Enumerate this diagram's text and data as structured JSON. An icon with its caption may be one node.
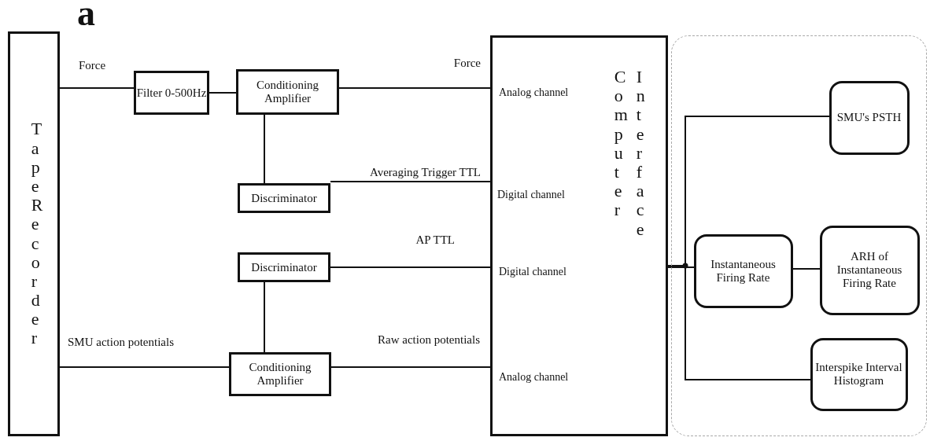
{
  "diagram": {
    "nodes": [
      {
        "text": [
          "Tape Recorder"
        ]
      },
      {
        "text": [
          "Filter 0-500Hz"
        ]
      },
      {
        "text": [
          "Conditioning Amplifier"
        ]
      },
      {
        "text": [
          "Discriminator"
        ]
      },
      {
        "text": [
          "Discriminator"
        ]
      },
      {
        "text": [
          "Conditioning Amplifier"
        ]
      },
      {
        "text": [
          "Analog channel",
          "Digital channel",
          "Digital channel",
          "Analog channel",
          "Computer",
          "Interface"
        ]
      },
      {
        "text": [],
        "shape": "box"
      },
      {
        "text": [
          "SMU's PSTH"
        ],
        "in": 7
      },
      {
        "text": [
          "Instantaneous Firing Rate"
        ],
        "in": 7
      },
      {
        "text": [
          "ARH of Instantaneous Firing Rate"
        ],
        "in": 7
      },
      {
        "text": [
          "Interspike Interval Histogram"
        ],
        "in": 7
      }
    ],
    "edges": [
      {
        "from": 0,
        "to": 1,
        "arrow": "none",
        "label": "Force"
      },
      {
        "from": 1,
        "to": 2,
        "arrow": "none"
      },
      {
        "from": 2,
        "to": 6,
        "arrow": "none",
        "label": "Force"
      },
      {
        "from": 2,
        "to": 3,
        "arrow": "none"
      },
      {
        "from": 3,
        "to": 6,
        "arrow": "none",
        "label": "Averaging Trigger TTL"
      },
      {
        "from": 4,
        "to": 6,
        "arrow": "none",
        "label": "AP TTL"
      },
      {
        "from": 4,
        "to": 5,
        "arrow": "none"
      },
      {
        "from": 0,
        "to": 5,
        "arrow": "none",
        "label": "SMU action potentials"
      },
      {
        "from": 5,
        "to": 6,
        "arrow": "none",
        "label": "Raw action potentials"
      },
      {
        "from": 6,
        "to": 8,
        "arrow": "none"
      },
      {
        "from": 6,
        "to": 9,
        "arrow": "none"
      },
      {
        "from": 6,
        "to": 11,
        "arrow": "none"
      },
      {
        "from": 9,
        "to": 10,
        "arrow": "none"
      }
    ],
    "labels": [
      "a"
    ]
  }
}
